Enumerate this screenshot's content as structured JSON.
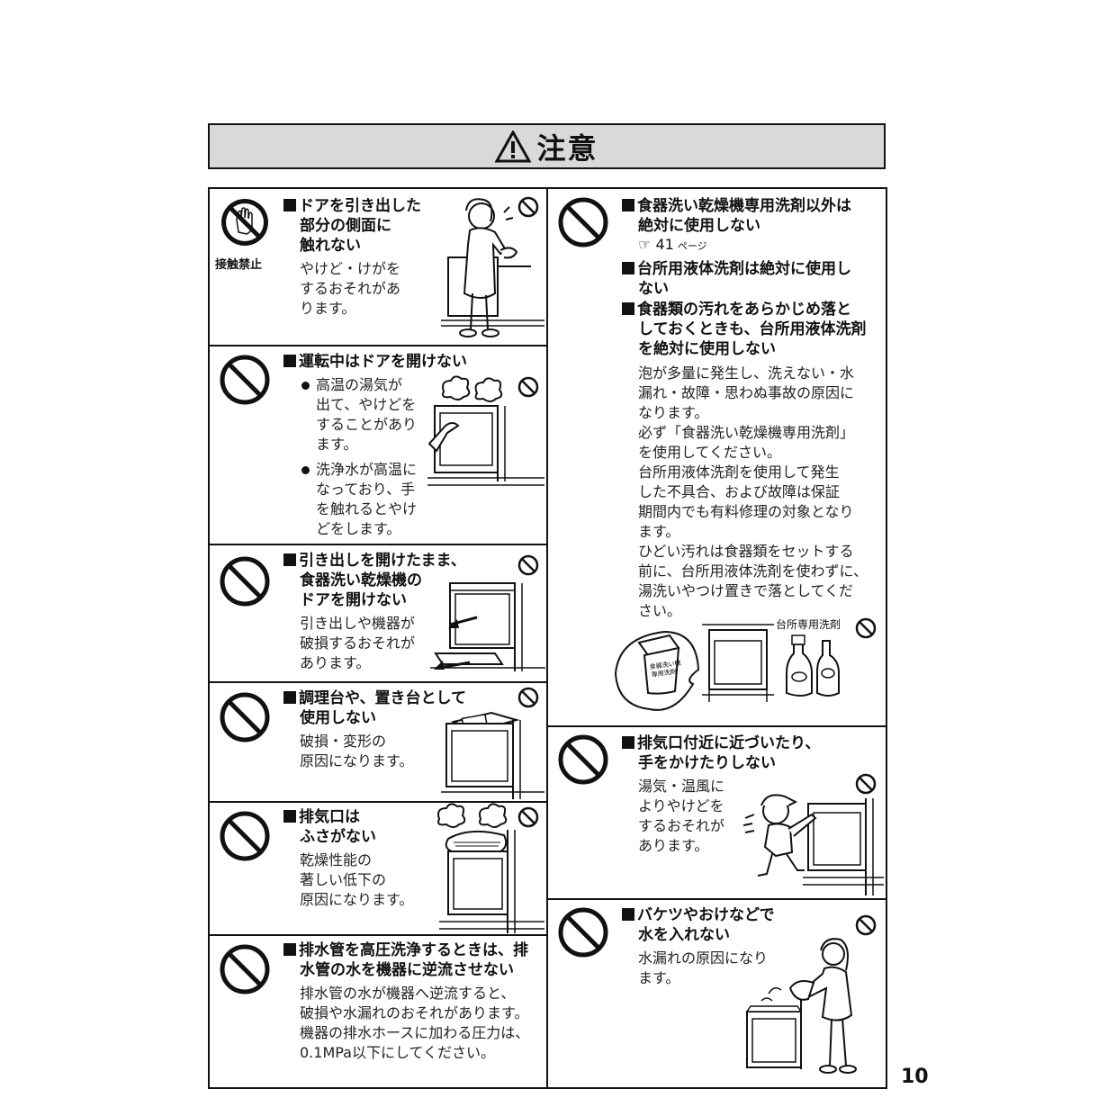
{
  "header": {
    "title": "注意"
  },
  "left": {
    "s1": {
      "icon_label": "接触禁止",
      "heading": [
        "ドアを引き出した",
        "部分の側面に",
        "触れない"
      ],
      "text": [
        "やけど・けがを",
        "するおそれがあ",
        "ります。"
      ]
    },
    "s2": {
      "heading": [
        "運転中はドアを開けない"
      ],
      "bullets": [
        [
          "高温の湯気が",
          "出て、やけどを",
          "することがあり",
          "ます。"
        ],
        [
          "洗浄水が高温に",
          "なっており、手",
          "を触れるとやけ",
          "どをします。"
        ]
      ]
    },
    "s3": {
      "heading": [
        "引き出しを開けたまま、",
        "食器洗い乾燥機の",
        "ドアを開けない"
      ],
      "text": [
        "引き出しや機器が",
        "破損するおそれが",
        "あります。"
      ]
    },
    "s4": {
      "heading": [
        "調理台や、置き台として",
        "使用しない"
      ],
      "text": [
        "破損・変形の",
        "原因になります。"
      ]
    },
    "s5": {
      "heading": [
        "排気口は",
        "ふさがない"
      ],
      "text": [
        "乾燥性能の",
        "著しい低下の",
        "原因になります。"
      ]
    },
    "s6": {
      "heading": [
        "排水管を高圧洗浄するときは、排",
        "水管の水を機器に逆流させない"
      ],
      "text": [
        "排水管の水が機器へ逆流すると、",
        "破損や水漏れのおそれがあります。",
        "機器の排水ホースに加わる圧力は、",
        "0.1MPa以下にしてください。"
      ]
    }
  },
  "right": {
    "s1": {
      "heading1": [
        "食器洗い乾燥機専用洗剤以外は",
        "絶対に使用しない"
      ],
      "ref": {
        "page": "41",
        "unit": "ページ"
      },
      "heading2": [
        "台所用液体洗剤は絶対に使用し",
        "ない"
      ],
      "heading3": [
        "食器類の汚れをあらかじめ落と",
        "しておくときも、台所用液体洗剤",
        "を絶対に使用しない"
      ],
      "text": [
        "泡が多量に発生し、洗えない・水",
        "漏れ・故障・思わぬ事故の原因に",
        "なります。",
        "必ず「食器洗い乾燥機専用洗剤」",
        "を使用してください。",
        "台所用液体洗剤を使用して発生",
        "した不具合、および故障は保証",
        "期間内でも有料修理の対象となり",
        "ます。",
        "ひどい汚れは食器類をセットする",
        "前に、台所用液体洗剤を使わずに、",
        "湯洗いやつけ置きで落としてくだ",
        "さい。"
      ],
      "illus_label": "台所専用洗剤",
      "box_label": [
        "食器洗い機",
        "専用洗剤"
      ]
    },
    "s2": {
      "heading": [
        "排気口付近に近づいたり、",
        "手をかけたりしない"
      ],
      "text": [
        "湯気・温風に",
        "よりやけどを",
        "するおそれが",
        "あります。"
      ]
    },
    "s3": {
      "heading": [
        "バケツやおけなどで",
        "水を入れない"
      ],
      "text": [
        "水漏れの原因になり",
        "ます。"
      ]
    }
  },
  "page_number": "10"
}
